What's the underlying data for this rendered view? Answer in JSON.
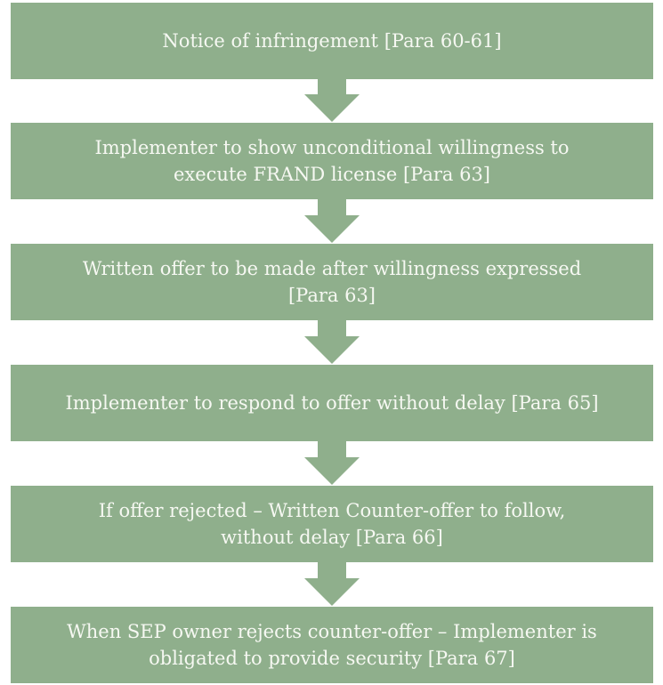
{
  "colors": {
    "box": "#8faf8c",
    "text": "#f6f8f2"
  },
  "steps": [
    {
      "label": "Notice of infringement [Para 60-61]"
    },
    {
      "label": "Implementer to show unconditional willingness to\nexecute FRAND license [Para 63]"
    },
    {
      "label": "Written offer to be made after willingness expressed\n[Para 63]"
    },
    {
      "label": "Implementer to respond to offer without delay [Para 65]"
    },
    {
      "label": "If offer rejected – Written Counter-offer to follow,\nwithout delay [Para 66]"
    },
    {
      "label": "When SEP owner rejects counter-offer – Implementer is\nobligated to provide security [Para 67]"
    }
  ]
}
